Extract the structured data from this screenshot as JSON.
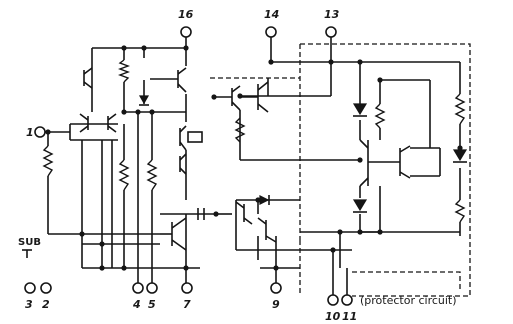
{
  "pins": [
    {
      "id": "1",
      "label": "1"
    },
    {
      "id": "2",
      "label": "2"
    },
    {
      "id": "3",
      "label": "3"
    },
    {
      "id": "4",
      "label": "4"
    },
    {
      "id": "5",
      "label": "5"
    },
    {
      "id": "7",
      "label": "7"
    },
    {
      "id": "9",
      "label": "9"
    },
    {
      "id": "10",
      "label": "10"
    },
    {
      "id": "11",
      "label": "11"
    },
    {
      "id": "13",
      "label": "13"
    },
    {
      "id": "14",
      "label": "14"
    },
    {
      "id": "16",
      "label": "16"
    }
  ],
  "substrate": {
    "label": "SUB",
    "symbol": "ground"
  },
  "protector_note": "(protector circuit)",
  "colors": {
    "ink": "#151515",
    "background": "#ffffff"
  }
}
